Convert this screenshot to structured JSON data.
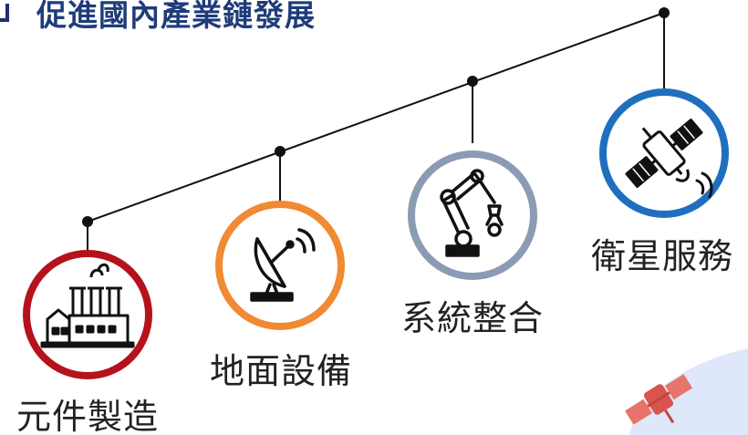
{
  "title": "促進國內產業鏈發展",
  "stages": [
    {
      "label": "元件製造",
      "icon": "factory-icon",
      "ring_color": "#b5121b"
    },
    {
      "label": "地面設備",
      "icon": "satellite-dish-icon",
      "ring_color": "#f08a33"
    },
    {
      "label": "系統整合",
      "icon": "robotic-arm-icon",
      "ring_color": "#8b9bb4"
    },
    {
      "label": "衛星服務",
      "icon": "satellite-icon",
      "ring_color": "#1f6fbf"
    }
  ],
  "colors": {
    "title": "#1f3c7a",
    "line": "#111111",
    "decor_satellite": "#e8736a",
    "decor_blob": "#dfe7fb"
  }
}
